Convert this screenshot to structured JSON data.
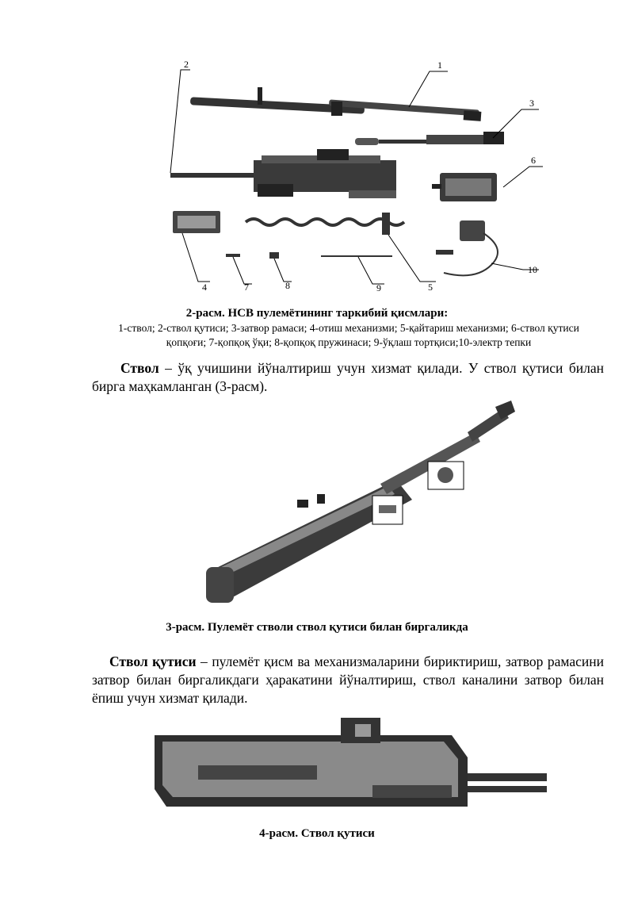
{
  "figure2": {
    "callouts": [
      "1",
      "2",
      "3",
      "4",
      "5",
      "6",
      "7",
      "8",
      "9",
      "10"
    ],
    "title": "2-расм. НСВ пулемётининг таркибий қисмлари:",
    "legend_line1": "1-ствол; 2-ствол қутиси; 3-затвор рамаси; 4-отиш механизми; 5-қайтариш механизми; 6-ствол қутиси",
    "legend_line2": "қопқоғи; 7-қопқоқ ўқи; 8-қопқоқ пружинаси; 9-ўқлаш тортқиси;10-электр тепки"
  },
  "paragraph1": {
    "term": "Ствол",
    "text": " – ўқ учишини йўналтириш учун хизмат қилади. У ствол қутиси билан бирга маҳкамланган (3-расм)."
  },
  "figure3": {
    "title": "3-расм. Пулемёт стволи ствол қутиси билан биргаликда"
  },
  "paragraph2": {
    "term": "Ствол қутиси",
    "text": " – пулемёт қисм ва механизмаларини бириктириш, затвор рамасини затвор билан биргаликдаги ҳаракатини йўналтириш, ствол каналини затвор билан ёпиш учун хизмат қилади."
  },
  "figure4": {
    "title": "4-расм. Ствол қутиси"
  }
}
